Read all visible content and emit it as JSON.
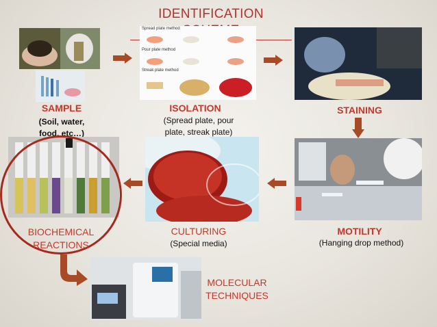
{
  "title": "IDENTIFICATION SCHEME",
  "steps": {
    "sample": {
      "label": "SAMPLE",
      "desc_lines": [
        "(Soil, water,",
        "food, etc…)"
      ]
    },
    "isolation": {
      "label": "ISOLATION",
      "desc_lines": [
        "(Spread plate, pour",
        "plate, streak plate)"
      ],
      "figure": {
        "row1": "Spread plate method",
        "row2": "Pour plate method",
        "row3": "Streak plate method"
      }
    },
    "staining": {
      "label": "STAINING"
    },
    "motility": {
      "label": "MOTILITY",
      "desc": "(Hanging drop method)"
    },
    "culturing": {
      "label": "CULTURING",
      "desc": "(Special media)"
    },
    "biochemical": {
      "label_lines": [
        "BIOCHEMICAL",
        "REACTIONS"
      ]
    },
    "molecular": {
      "label_lines": [
        "MOLECULAR",
        "TECHNIQUES"
      ]
    }
  },
  "colors": {
    "accent": "#c0392b",
    "arrow": "#a84a25"
  }
}
